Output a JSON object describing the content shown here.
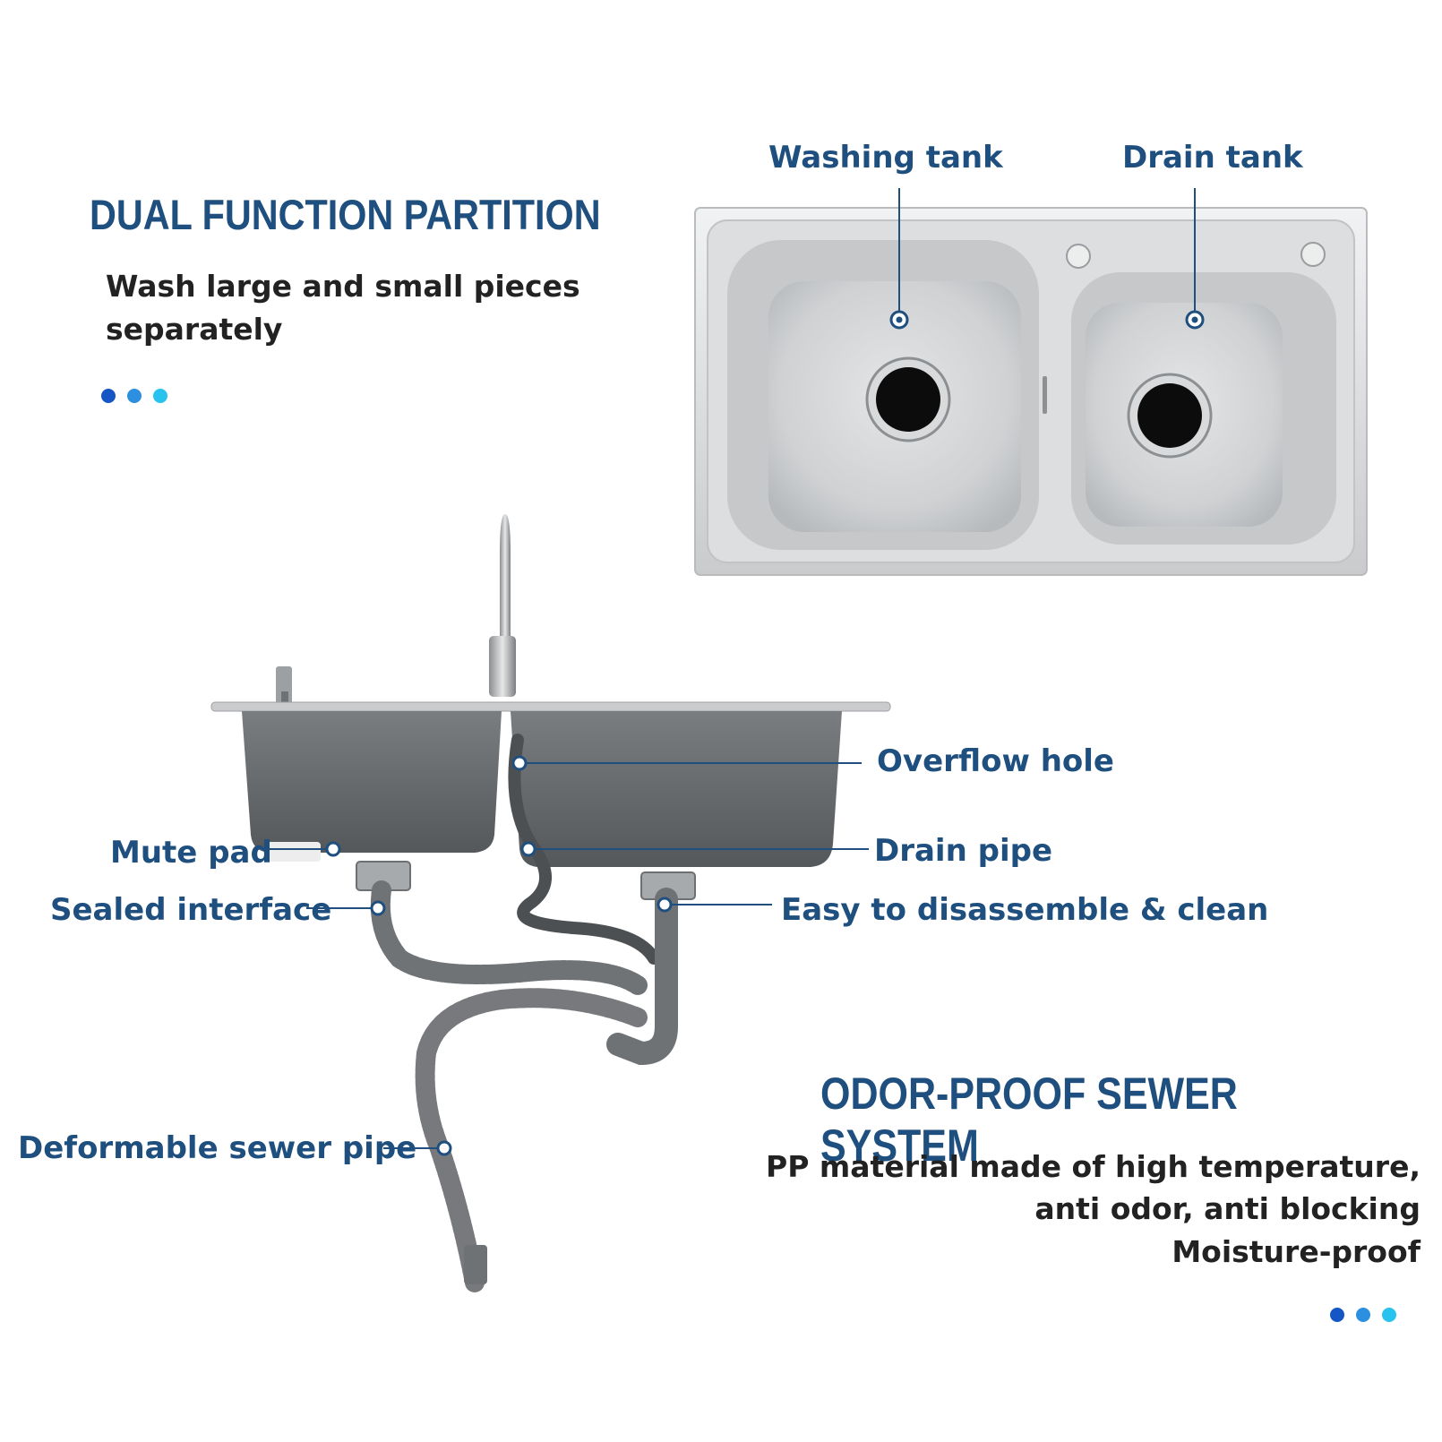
{
  "top_section": {
    "heading": "DUAL FUNCTION PARTITION",
    "description_lines": [
      "Wash large and small pieces",
      "separately"
    ]
  },
  "top_sink_labels": {
    "washing_tank": "Washing tank",
    "drain_tank": "Drain tank"
  },
  "bottom_sink_labels": {
    "overflow_hole": "Overflow hole",
    "mute_pad": "Mute pad",
    "drain_pipe": "Drain pipe",
    "sealed_interface": "Sealed interface",
    "easy_clean": "Easy to disassemble & clean",
    "sewer_pipe": "Deformable sewer pipe"
  },
  "bottom_section": {
    "heading": "ODOR-PROOF SEWER SYSTEM",
    "description_lines": [
      "PP material made of high temperature,",
      "anti odor, anti blocking",
      "Moisture-proof"
    ]
  },
  "colors": {
    "heading": "#1e4f7e",
    "dots": [
      "#1356c4",
      "#2c8fdf",
      "#27c3ee"
    ]
  }
}
